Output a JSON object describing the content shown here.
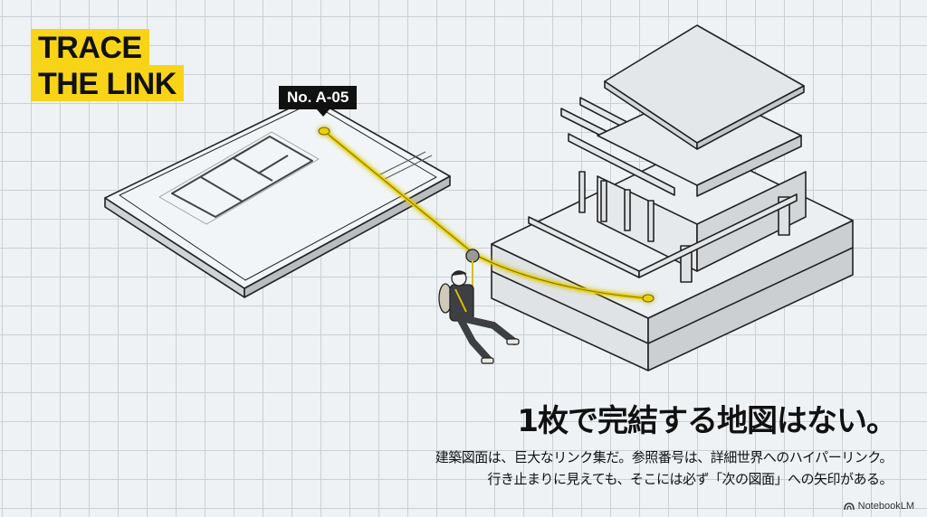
{
  "title": {
    "line1": "TRACE",
    "line2": "THE LINK"
  },
  "reference_tag": "No. A-05",
  "headline": "1枚で完結する地図はない。",
  "subtext": {
    "line1": "建築図面は、巨大なリンク集だ。参照番号は、詳細世界へのハイパーリンク。",
    "line2": "行き止まりに見えても、そこには必ず「次の図面」への矢印がある。"
  },
  "brand": {
    "icon": "notebooklm-icon",
    "label": "NotebookLM"
  },
  "colors": {
    "accent": "#f7d417",
    "ink": "#111111",
    "background": "#eef2f5",
    "grid": "#c9cfd4"
  },
  "illustration": {
    "drawing_sheet": "floor-plan-blueprint",
    "building": "isometric-building-structure",
    "figure": "person-on-zipline"
  }
}
